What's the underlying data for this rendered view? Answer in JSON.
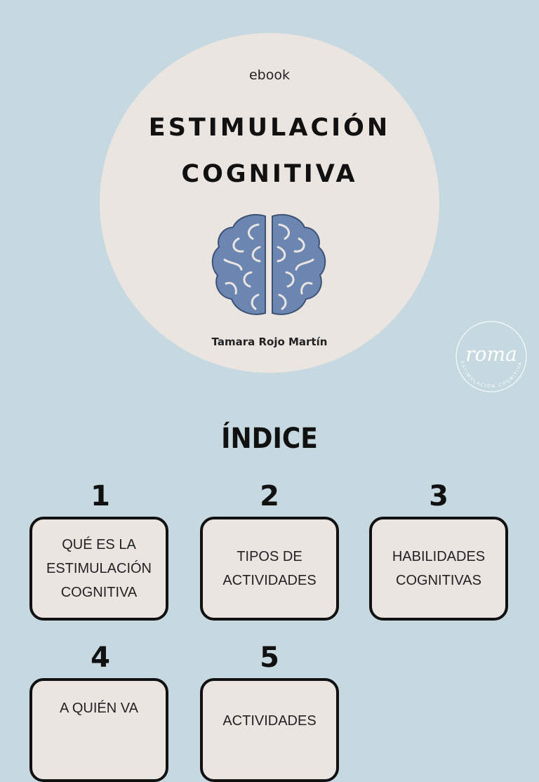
{
  "cover": {
    "label": "ebook",
    "title_line1": "ESTIMULACIÓN",
    "title_line2": "COGNITIVA",
    "author": "Tamara Rojo Martín",
    "brain_icon": "brain-icon",
    "brain_color": "#6b86b0"
  },
  "logo": {
    "name": "roma",
    "subtitle": "ESTIMULACIÓN COGNITIVA"
  },
  "index": {
    "title": "ÍNDICE",
    "items": [
      {
        "number": "1",
        "label": "QUÉ ES LA\nESTIMULACIÓN\nCOGNITIVA"
      },
      {
        "number": "2",
        "label": "TIPOS DE\nACTIVIDADES"
      },
      {
        "number": "3",
        "label": "HABILIDADES\nCOGNITIVAS"
      },
      {
        "number": "4",
        "label": "A QUIÉN VA"
      },
      {
        "number": "5",
        "label": "ACTIVIDADES"
      }
    ]
  },
  "colors": {
    "background": "#c6d8e0",
    "circle": "#ebe5e1",
    "box_fill": "#ebe5e1",
    "box_border": "#111111"
  }
}
